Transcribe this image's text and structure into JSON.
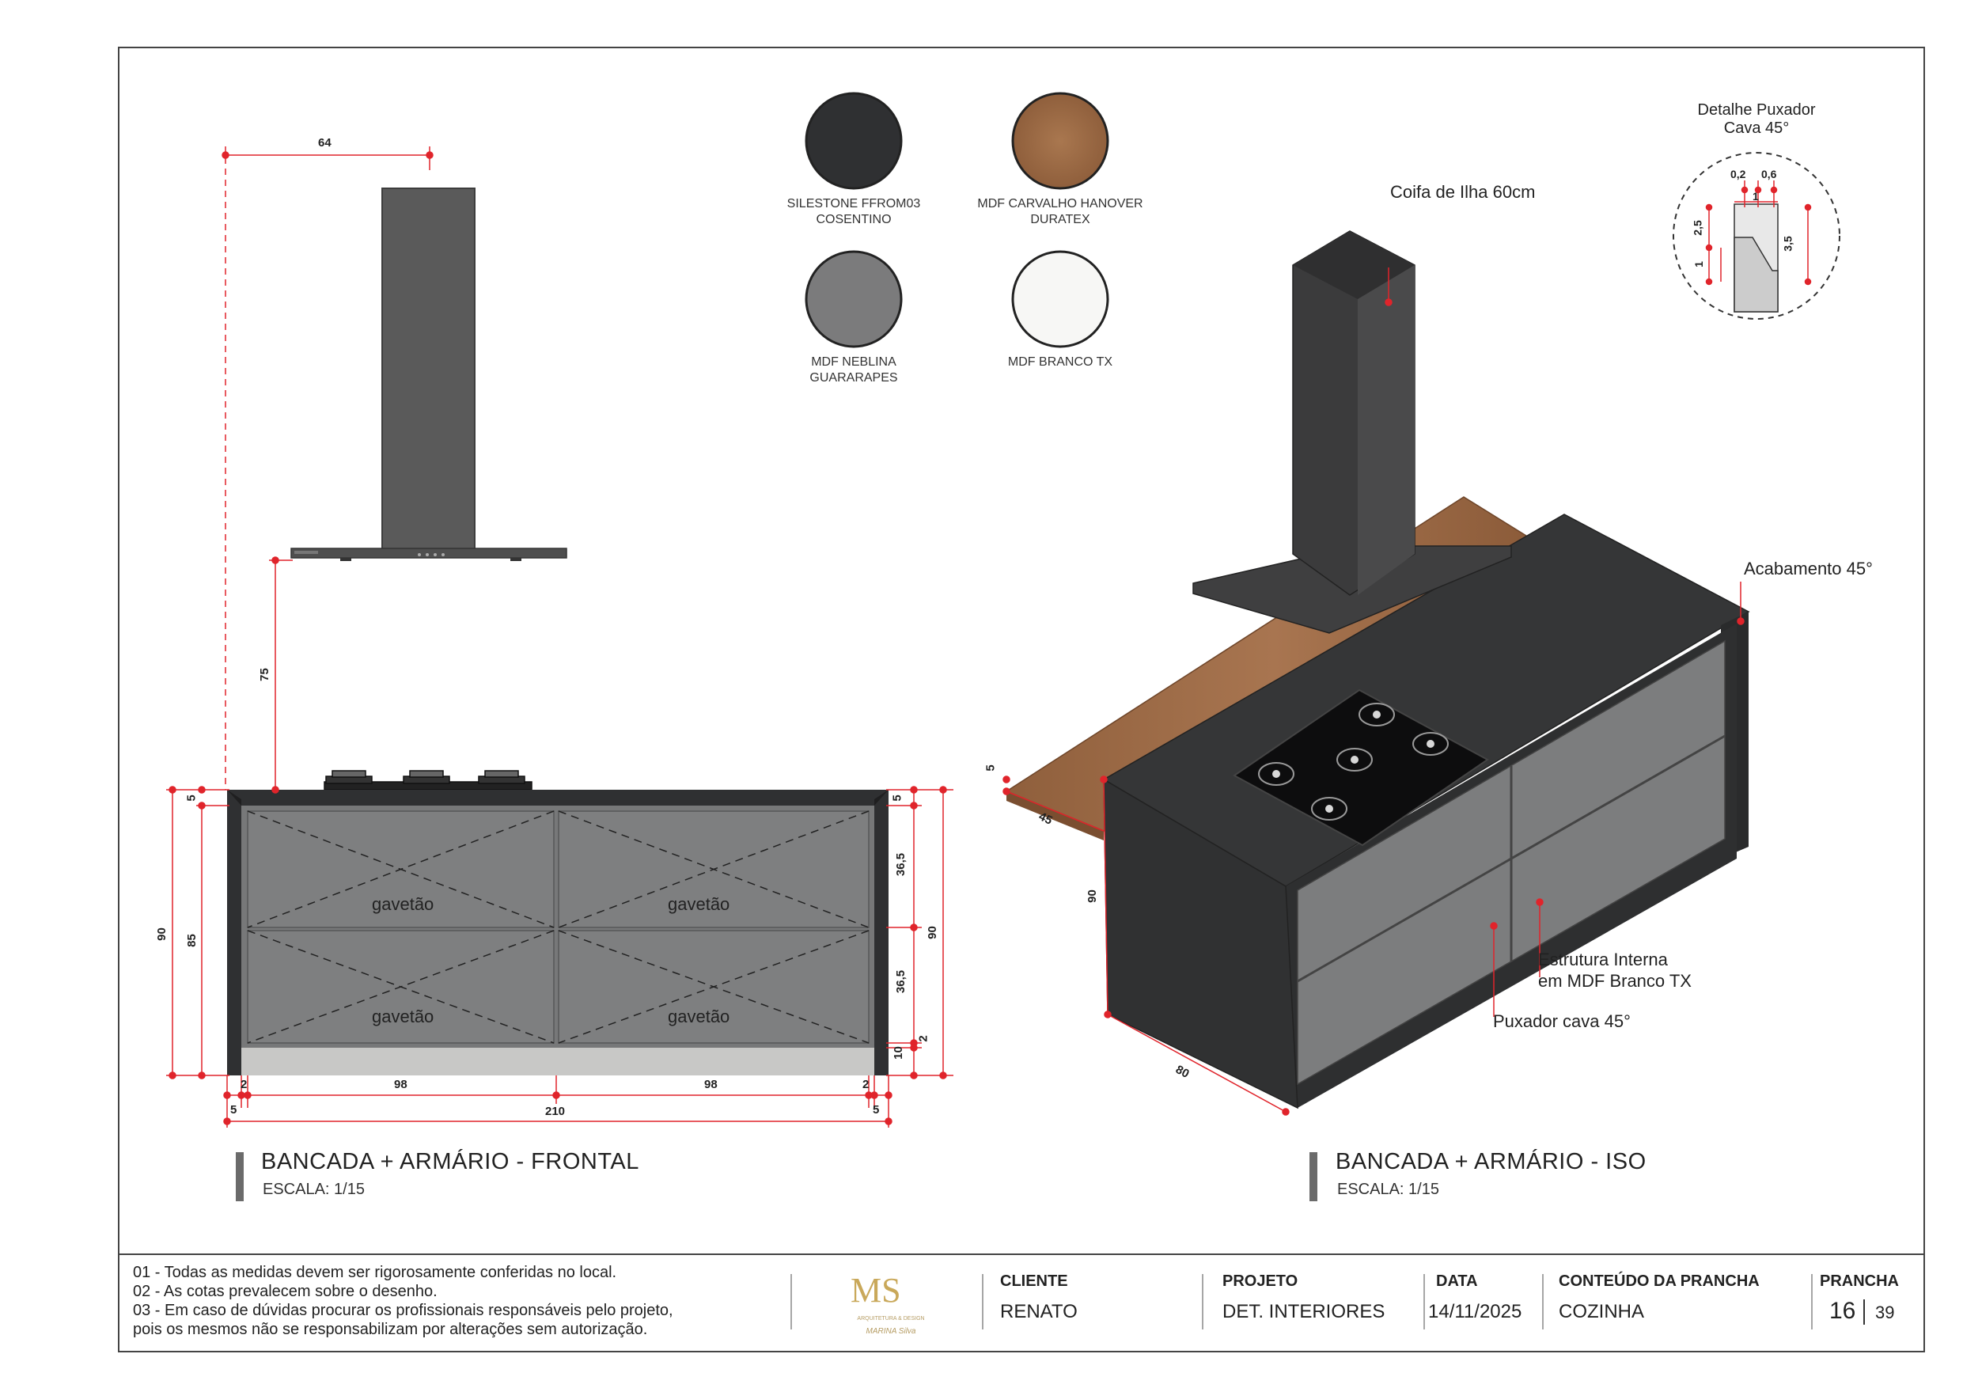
{
  "materials": [
    {
      "name": "SILESTONE FFROM03",
      "sub": "COSENTINO",
      "color": "#2f3032"
    },
    {
      "name": "MDF CARVALHO HANOVER",
      "sub": "DURATEX",
      "color": "#9a6a45"
    },
    {
      "name": "MDF NEBLINA",
      "sub": "GUARARAPES",
      "color": "#7b7b7c"
    },
    {
      "name": "MDF BRANCO TX",
      "sub": "",
      "color": "#f7f7f5"
    }
  ],
  "front_view": {
    "title": "BANCADA + ARMÁRIO - FRONTAL",
    "scale": "ESCALA: 1/15",
    "drawer_label": "gavetão",
    "dims": {
      "hood_width": "64",
      "hood_height": "75",
      "total_height": "90",
      "inner_height": "85",
      "top_thickness": "5",
      "drawer_top": "36,5",
      "drawer_bottom": "36,5",
      "gap": "2",
      "plinth": "10",
      "right_total": "90",
      "bay_left": "98",
      "bay_right": "98",
      "total_width": "210",
      "side_left": "5",
      "side_right": "5",
      "gap_left": "2",
      "gap_right": "2"
    }
  },
  "iso_view": {
    "title": "BANCADA + ARMÁRIO - ISO",
    "scale": "ESCALA: 1/15",
    "annotations": {
      "hood": "Coifa de Ilha 60cm",
      "finish": "Acabamento 45°",
      "structure_line1": "Estrutura Interna",
      "structure_line2": "em MDF Branco TX",
      "handle": "Puxador cava 45°"
    },
    "dims": {
      "top": "5",
      "depth_wood": "45",
      "height": "90",
      "depth": "80"
    }
  },
  "detail": {
    "title_line1": "Detalhe Puxador",
    "title_line2": "Cava 45°",
    "dims": {
      "a": "0,2",
      "b": "0,6",
      "c": "1",
      "d": "2,5",
      "e": "1",
      "f": "3,5"
    }
  },
  "notes": [
    "01 - Todas as medidas devem ser rigorosamente conferidas no local.",
    "02 - As cotas prevalecem sobre o desenho.",
    "03 - Em caso de dúvidas procurar os profissionais responsáveis pelo projeto,",
    "pois os mesmos não se responsabilizam por alterações sem autorização."
  ],
  "logo": {
    "initials": "MS",
    "line1": "ARQUITETURA & DESIGN",
    "line2": "MARINA Silva"
  },
  "title_block": {
    "client_label": "CLIENTE",
    "client": "RENATO",
    "project_label": "PROJETO",
    "project": "DET. INTERIORES",
    "date_label": "DATA",
    "date": "14/11/2025",
    "content_label": "CONTEÚDO DA PRANCHA",
    "content": "COZINHA",
    "sheet_label": "PRANCHA",
    "sheet": "16",
    "sheet_total": "39"
  }
}
